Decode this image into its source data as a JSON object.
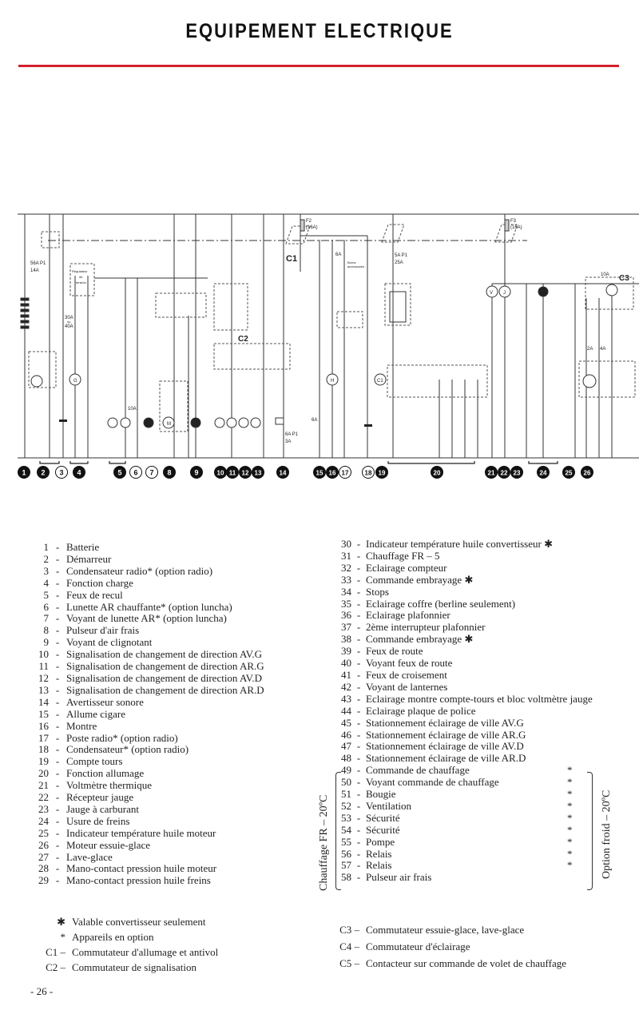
{
  "header": {
    "title": "EQUIPEMENT  ELECTRIQUE",
    "rule_color": "#d4202b"
  },
  "diagram": {
    "labels": {
      "fuse_f2": "F2",
      "fuse_f2_rating": "(16A)",
      "fuse_f3": "F3",
      "fuse_f3_rating": "(16A)",
      "switch_c1": "C1",
      "switch_c2": "C2",
      "switch_c3": "C3",
      "regulator": [
        "Régulateur",
        "de",
        "tension"
      ],
      "accessory_socket": [
        "Borne",
        "accessoires"
      ],
      "wire_56a": "56A P1",
      "wire_14a": "14A",
      "wire_30a": "30A",
      "wire_or": "ou",
      "wire_40a": "40A",
      "wire_6a_1": "6A",
      "wire_5a": "5A P1",
      "wire_25a": "25A",
      "wire_10a_1": "10A",
      "wire_6a_2": "6A P1",
      "wire_3a": "3A",
      "wire_6a_3": "6A",
      "wire_10a_2": "10A",
      "wire_2a": "2A",
      "wire_4a": "4A",
      "gauge_v": "V",
      "gauge_j": "J",
      "gauge_h": "H",
      "gauge_c1": "C1",
      "motor_m": "M",
      "gen_g": "G"
    },
    "circuit_markers": [
      {
        "n": "1",
        "filled": true
      },
      {
        "n": "2",
        "filled": true
      },
      {
        "n": "3",
        "filled": false
      },
      {
        "n": "4",
        "filled": true
      },
      {
        "n": "5",
        "filled": true
      },
      {
        "n": "6",
        "filled": false
      },
      {
        "n": "7",
        "filled": false
      },
      {
        "n": "8",
        "filled": true
      },
      {
        "n": "9",
        "filled": true
      },
      {
        "n": "10",
        "filled": true
      },
      {
        "n": "11",
        "filled": true
      },
      {
        "n": "12",
        "filled": true
      },
      {
        "n": "13",
        "filled": true
      },
      {
        "n": "14",
        "filled": true
      },
      {
        "n": "15",
        "filled": true
      },
      {
        "n": "16",
        "filled": true
      },
      {
        "n": "17",
        "filled": false
      },
      {
        "n": "18",
        "filled": false
      },
      {
        "n": "19",
        "filled": true
      },
      {
        "n": "20",
        "filled": true
      },
      {
        "n": "21",
        "filled": true
      },
      {
        "n": "22",
        "filled": true
      },
      {
        "n": "23",
        "filled": true
      },
      {
        "n": "24",
        "filled": true
      },
      {
        "n": "25",
        "filled": true
      },
      {
        "n": "26",
        "filled": true
      }
    ]
  },
  "legend_left": [
    {
      "n": "1",
      "t": "Batterie"
    },
    {
      "n": "2",
      "t": "Démarreur"
    },
    {
      "n": "3",
      "t": "Condensateur radio* (option radio)"
    },
    {
      "n": "4",
      "t": "Fonction charge"
    },
    {
      "n": "5",
      "t": "Feux de recul"
    },
    {
      "n": "6",
      "t": "Lunette AR chauffante* (option luncha)"
    },
    {
      "n": "7",
      "t": "Voyant de lunette AR* (option luncha)"
    },
    {
      "n": "8",
      "t": "Pulseur d'air frais"
    },
    {
      "n": "9",
      "t": "Voyant de clignotant"
    },
    {
      "n": "10",
      "t": "Signalisation de changement de direction AV.G"
    },
    {
      "n": "11",
      "t": "Signalisation de changement de direction AR.G"
    },
    {
      "n": "12",
      "t": "Signalisation de changement de direction AV.D"
    },
    {
      "n": "13",
      "t": "Signalisation de changement de direction AR.D"
    },
    {
      "n": "14",
      "t": "Avertisseur sonore"
    },
    {
      "n": "15",
      "t": "Allume cigare"
    },
    {
      "n": "16",
      "t": "Montre"
    },
    {
      "n": "17",
      "t": "Poste radio* (option radio)"
    },
    {
      "n": "18",
      "t": "Condensateur* (option radio)"
    },
    {
      "n": "19",
      "t": "Compte tours"
    },
    {
      "n": "20",
      "t": "Fonction allumage"
    },
    {
      "n": "21",
      "t": "Voltmètre thermique"
    },
    {
      "n": "22",
      "t": "Récepteur jauge"
    },
    {
      "n": "23",
      "t": "Jauge à carburant"
    },
    {
      "n": "24",
      "t": "Usure de freins"
    },
    {
      "n": "25",
      "t": "Indicateur température huile moteur"
    },
    {
      "n": "26",
      "t": "Moteur essuie-glace"
    },
    {
      "n": "27",
      "t": "Lave-glace"
    },
    {
      "n": "28",
      "t": "Mano-contact pression huile moteur"
    },
    {
      "n": "29",
      "t": "Mano-contact pression huile freins"
    }
  ],
  "legend_right": [
    {
      "n": "30",
      "t": "Indicateur température huile convertisseur ✱",
      "star": ""
    },
    {
      "n": "31",
      "t": "Chauffage FR – 5",
      "star": ""
    },
    {
      "n": "32",
      "t": "Eclairage compteur",
      "star": ""
    },
    {
      "n": "33",
      "t": "Commande embrayage ✱",
      "star": ""
    },
    {
      "n": "34",
      "t": "Stops",
      "star": ""
    },
    {
      "n": "35",
      "t": "Eclairage coffre (berline seulement)",
      "star": ""
    },
    {
      "n": "36",
      "t": "Eclairage plafonnier",
      "star": ""
    },
    {
      "n": "37",
      "t": "2ème interrupteur plafonnier",
      "star": ""
    },
    {
      "n": "38",
      "t": "Commande embrayage ✱",
      "star": ""
    },
    {
      "n": "39",
      "t": "Feux de route",
      "star": ""
    },
    {
      "n": "40",
      "t": "Voyant feux de route",
      "star": ""
    },
    {
      "n": "41",
      "t": "Feux de croisement",
      "star": ""
    },
    {
      "n": "42",
      "t": "Voyant de lanternes",
      "star": ""
    },
    {
      "n": "43",
      "t": "Eclairage montre compte-tours et bloc voltmètre jauge",
      "star": ""
    },
    {
      "n": "44",
      "t": "Eclairage plaque de police",
      "star": ""
    },
    {
      "n": "45",
      "t": "Stationnement éclairage de ville AV.G",
      "star": ""
    },
    {
      "n": "46",
      "t": "Stationnement éclairage de ville AR.G",
      "star": ""
    },
    {
      "n": "47",
      "t": "Stationnement éclairage de ville AV.D",
      "star": ""
    },
    {
      "n": "48",
      "t": "Stationnement éclairage de ville AR.D",
      "star": ""
    },
    {
      "n": "49",
      "t": "Commande de chauffage",
      "star": "*"
    },
    {
      "n": "50",
      "t": "Voyant commande de chauffage",
      "star": "*"
    },
    {
      "n": "51",
      "t": "Bougie",
      "star": "*"
    },
    {
      "n": "52",
      "t": "Ventilation",
      "star": "*"
    },
    {
      "n": "53",
      "t": "Sécurité",
      "star": "*"
    },
    {
      "n": "54",
      "t": "Sécurité",
      "star": "*"
    },
    {
      "n": "55",
      "t": "Pompe",
      "star": "*"
    },
    {
      "n": "56",
      "t": "Relais",
      "star": "*"
    },
    {
      "n": "57",
      "t": "Relais",
      "star": "*"
    },
    {
      "n": "58",
      "t": "Pulseur air frais",
      "star": ""
    }
  ],
  "group_labels": {
    "left": "Chauffage FR – 20ºC",
    "right": "Option froid – 20ºC"
  },
  "notes_left": [
    {
      "k": "✱",
      "t": "Valable convertisseur seulement"
    },
    {
      "k": "*",
      "t": "Appareils en option"
    },
    {
      "k": "C1 –",
      "t": "Commutateur d'allumage et antivol"
    },
    {
      "k": "C2 –",
      "t": "Commutateur de signalisation"
    }
  ],
  "notes_right": [
    {
      "k": "C3 –",
      "t": "Commutateur essuie-glace, lave-glace"
    },
    {
      "k": "C4 –",
      "t": "Commutateur d'éclairage"
    },
    {
      "k": "C5 –",
      "t": "Contacteur sur commande de volet de chauffage"
    }
  ],
  "footer": {
    "page_number": "- 26 -"
  }
}
